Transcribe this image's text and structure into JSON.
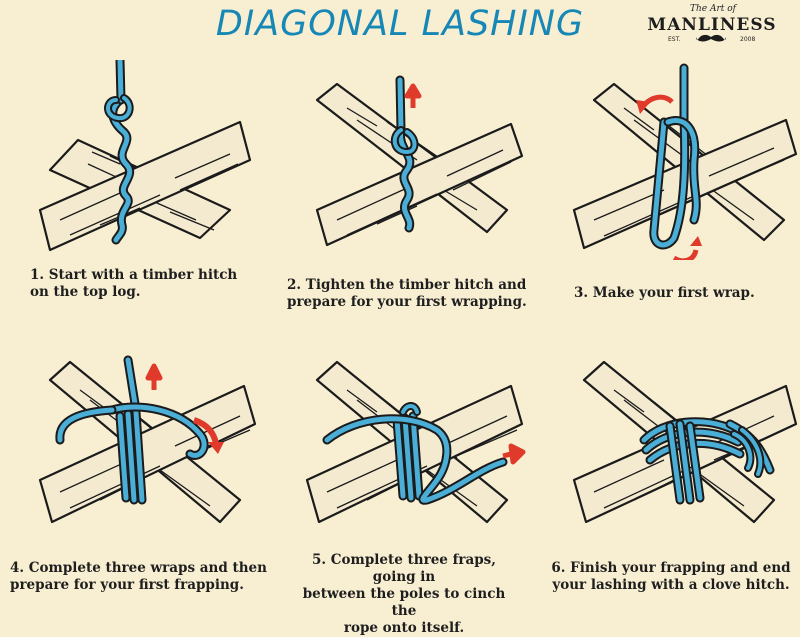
{
  "title": "DIAGONAL LASHING",
  "logo": {
    "small_text": "The Art of",
    "brand": "MANLINESS",
    "est": "EST.",
    "year": "2008"
  },
  "colors": {
    "rope": "#4aaed6",
    "rope_outline": "#1b1b1b",
    "arrow": "#e03a2b",
    "title": "#1787b5",
    "log_fill": "#f4ead0",
    "background": "#f8efd3"
  },
  "steps": [
    {
      "caption_line1": "1. Start with a timber hitch",
      "caption_line2": "on the top log.",
      "caption_line3": ""
    },
    {
      "caption_line1": "2. Tighten the timber hitch and",
      "caption_line2": "prepare for your first wrapping.",
      "caption_line3": ""
    },
    {
      "caption_line1": "3. Make your first wrap.",
      "caption_line2": "",
      "caption_line3": ""
    },
    {
      "caption_line1": "4. Complete three wraps and then",
      "caption_line2": "prepare for your first frapping.",
      "caption_line3": ""
    },
    {
      "caption_line1": "5. Complete three fraps, going in",
      "caption_line2": "between the poles to cinch the",
      "caption_line3": "rope onto itself."
    },
    {
      "caption_line1": "6. Finish your frapping and end",
      "caption_line2": "your lashing with a clove hitch.",
      "caption_line3": ""
    }
  ]
}
